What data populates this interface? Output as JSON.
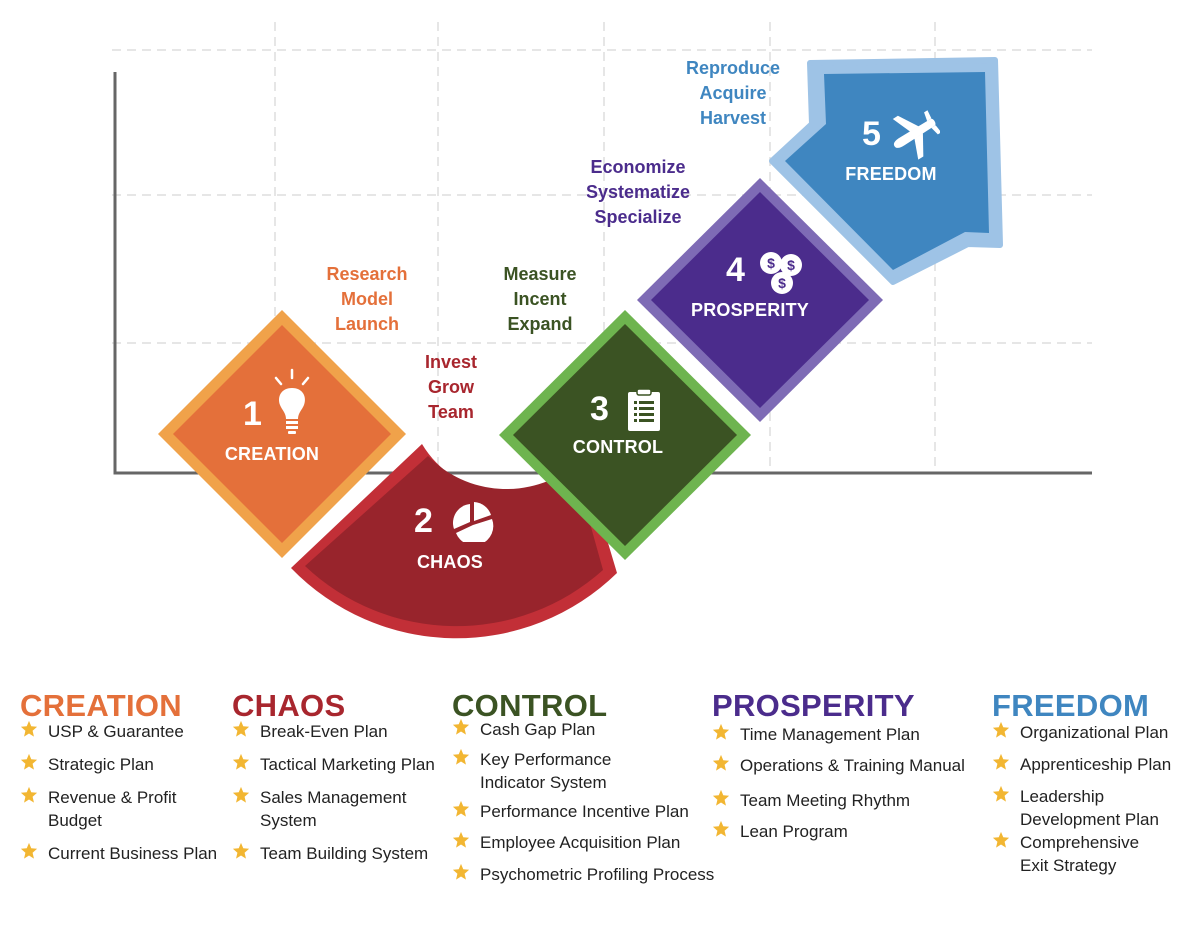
{
  "colors": {
    "creation": "#E4703A",
    "chaos": "#A8262E",
    "control": "#3B5323",
    "prosperity": "#4B2C8C",
    "freedom": "#3F86C0",
    "star": "#F2B632"
  },
  "stages": [
    {
      "number": "1",
      "label": "CREATION",
      "icon": "lightbulb-icon",
      "annotation": [
        "Research",
        "Model",
        "Launch"
      ]
    },
    {
      "number": "2",
      "label": "CHAOS",
      "icon": "pie-chart-icon",
      "annotation": [
        "Invest",
        "Grow",
        "Team"
      ]
    },
    {
      "number": "3",
      "label": "CONTROL",
      "icon": "clipboard-icon",
      "annotation": [
        "Measure",
        "Incent",
        "Expand"
      ]
    },
    {
      "number": "4",
      "label": "PROSPERITY",
      "icon": "coins-icon",
      "annotation": [
        "Economize",
        "Systematize",
        "Specialize"
      ]
    },
    {
      "number": "5",
      "label": "FREEDOM",
      "icon": "airplane-icon",
      "annotation": [
        "Reproduce",
        "Acquire",
        "Harvest"
      ]
    }
  ],
  "columns": [
    {
      "heading": "CREATION",
      "items": [
        [
          "USP & Guarantee"
        ],
        [
          "Strategic Plan"
        ],
        [
          "Revenue & Profit",
          "Budget"
        ],
        [
          "Current Business Plan"
        ]
      ]
    },
    {
      "heading": "CHAOS",
      "items": [
        [
          "Break-Even Plan"
        ],
        [
          "Tactical Marketing Plan"
        ],
        [
          "Sales Management",
          "System"
        ],
        [
          "Team Building System"
        ]
      ]
    },
    {
      "heading": "CONTROL",
      "items": [
        [
          "Cash Gap Plan"
        ],
        [
          "Key Performance",
          "Indicator System"
        ],
        [
          "Performance Incentive Plan"
        ],
        [
          "Employee Acquisition Plan"
        ],
        [
          "Psychometric Profiling Process"
        ]
      ]
    },
    {
      "heading": "PROSPERITY",
      "items": [
        [
          "Time Management Plan"
        ],
        [
          "Operations & Training Manual"
        ],
        [
          "Team Meeting Rhythm"
        ],
        [
          "Lean Program"
        ]
      ]
    },
    {
      "heading": "FREEDOM",
      "items": [
        [
          "Organizational Plan"
        ],
        [
          "Apprenticeship Plan"
        ],
        [
          "Leadership",
          "Development Plan"
        ],
        [
          "Comprehensive",
          "Exit Strategy"
        ]
      ]
    }
  ]
}
